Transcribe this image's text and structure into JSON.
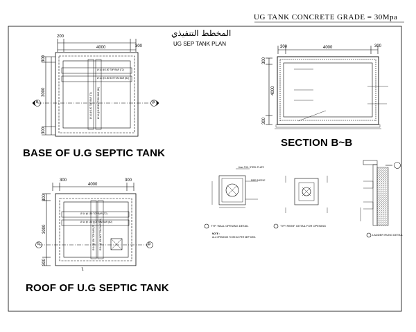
{
  "sheet": {
    "header": "UG TANK CONCRETE   GRADE = 30Mpa",
    "arabic_title": "المخطط التنفيذي",
    "plan_caption": "UG SEP TANK PLAN",
    "base_title": "BASE OF  U.G SEPTIC TANK",
    "section_title": "SECTION B~B",
    "roof_title": "ROOF  OF  U.G SEPTIC TANK",
    "base_plan": {
      "dim_top": [
        "200",
        "4000",
        "300"
      ],
      "dim_left": [
        "300",
        "3000",
        "300"
      ],
      "bar_top": "Ø 14 @ 150 TOP BAR (T2)",
      "bar_bottom": "Ø 14 @ 150 BOTTOM BAR (B2)",
      "bar_top_v": "Ø 14 @ 150 TOP BAR (T1)",
      "bar_bottom_v": "Ø 14 @ 150 BOTTOM BAR (B1)",
      "marker_left": "B",
      "marker_right": "B"
    },
    "section": {
      "dim_top": [
        "300",
        "4000",
        "300"
      ],
      "dim_left": [
        "300",
        "4000",
        "300"
      ]
    },
    "roof_plan": {
      "dim_top": [
        "300",
        "4000",
        "300"
      ],
      "dim_left": [
        "300",
        "3000",
        "300"
      ],
      "bar_top": "Ø 14 @ 150 TOP BAR (T2)",
      "bar_bottom": "Ø 14 @ 150 BOTTOM BAR (B2)",
      "bar_top_v": "Ø 14 @ 150 TOP BAR (T1)",
      "bar_bottom_v": "Ø 14 @ 150 BOTTOM BAR (B1)",
      "marker_left": "B",
      "marker_right": "B"
    },
    "details": {
      "wall_opening_label": "TYP. WALL OPENING DETAIL",
      "reinf_label": "TYP. REINF. DETAIL FOR OPENING",
      "ladder_label": "LADDER RUNG DETAIL",
      "pipe_sleeve": "PIPE SLEEVE",
      "steel_plate": "6mm THK. STEEL PLATE",
      "note_title": "NOTE :",
      "note_text": "ALL OPENINGS TO BE AS PER MEP DWG."
    }
  }
}
